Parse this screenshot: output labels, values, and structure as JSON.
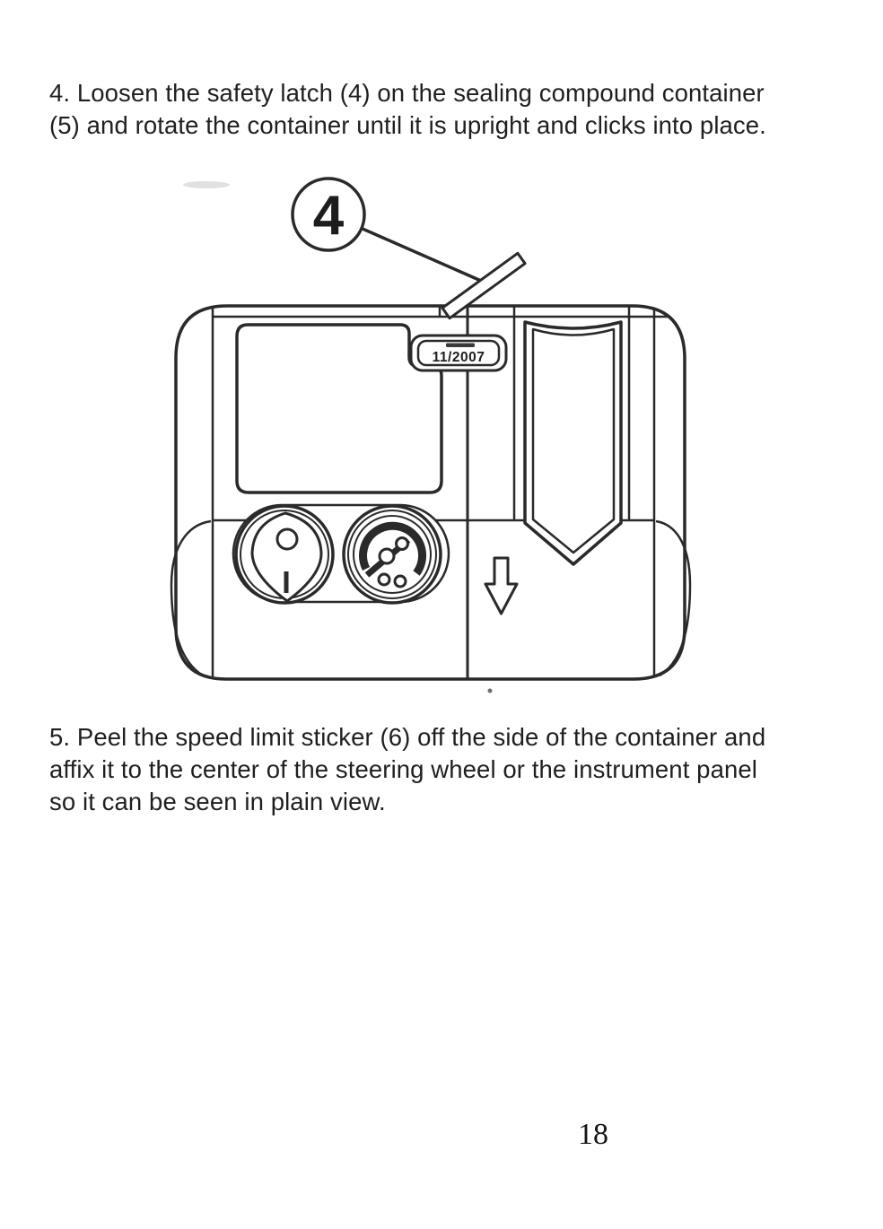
{
  "page": {
    "number": "18"
  },
  "instructions": {
    "step4_lines": [
      "4. Loosen the safety latch (4) on the sealing compound container",
      "(5) and rotate the container until it is upright and clicks into place."
    ],
    "step5_lines": [
      "5. Peel the speed limit sticker (6) off the side of the container and",
      "affix it to the center of the steering wheel or the instrument panel",
      "so it can be seen in plain view."
    ]
  },
  "figure": {
    "callout_label": "4",
    "date_stamp": "11/2007"
  },
  "colors": {
    "ink": "#2a2a2a",
    "paper": "#ffffff"
  }
}
